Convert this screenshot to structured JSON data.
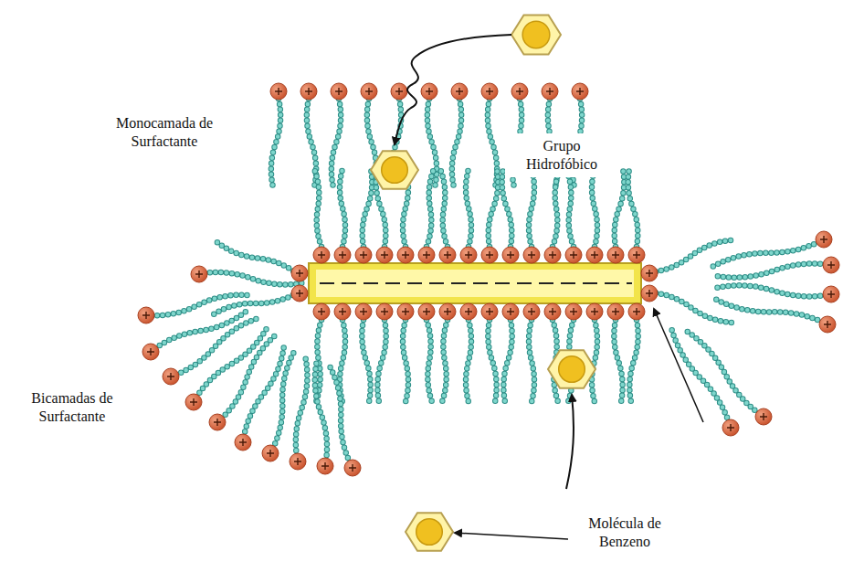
{
  "diagram": {
    "labels": [
      "Monocamada de Surfactante",
      "Grupo Hidrofóbico",
      "Bicamadas de Surfactante",
      "Molécula de Benzeno"
    ]
  }
}
